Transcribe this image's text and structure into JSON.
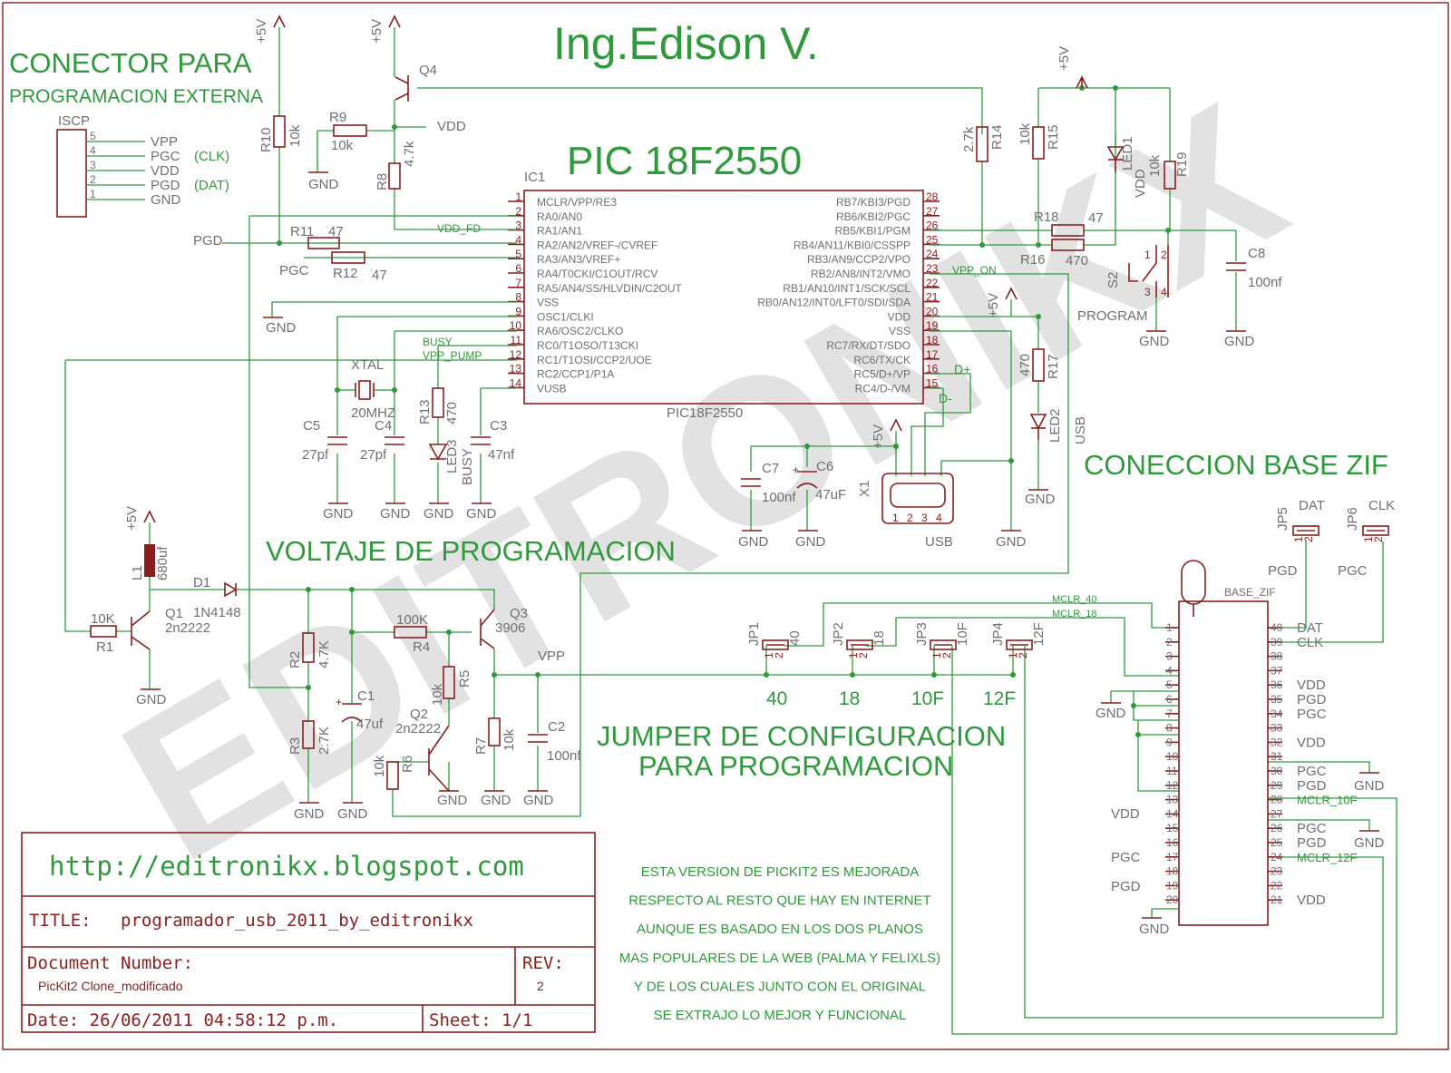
{
  "header": {
    "author": "Ing.Edison V.",
    "mcu_title": "PIC 18F2550"
  },
  "sections": {
    "conector_line1": "CONECTOR PARA",
    "conector_line2": "PROGRAMACION EXTERNA",
    "voltaje": "VOLTAJE DE PROGRAMACION",
    "zif": "CONECCION BASE ZIF",
    "jumper_line1": "JUMPER DE CONFIGURACION",
    "jumper_line2": "PARA PROGRAMACION"
  },
  "icsp": {
    "ref": "ISCP",
    "pins": [
      {
        "num": "5",
        "name": "VPP",
        "note": ""
      },
      {
        "num": "4",
        "name": "PGC",
        "note": "(CLK)"
      },
      {
        "num": "3",
        "name": "VDD",
        "note": ""
      },
      {
        "num": "2",
        "name": "PGD",
        "note": "(DAT)"
      },
      {
        "num": "1",
        "name": "GND",
        "note": ""
      }
    ]
  },
  "ic1": {
    "ref": "IC1",
    "part": "PIC18F2550",
    "left_pins": [
      {
        "num": "1",
        "name": "MCLR/VPP/RE3"
      },
      {
        "num": "2",
        "name": "RA0/AN0"
      },
      {
        "num": "3",
        "name": "RA1/AN1"
      },
      {
        "num": "4",
        "name": "RA2/AN2/VREF-/CVREF"
      },
      {
        "num": "5",
        "name": "RA3/AN3/VREF+"
      },
      {
        "num": "6",
        "name": "RA4/T0CKI/C1OUT/RCV"
      },
      {
        "num": "7",
        "name": "RA5/AN4/SS/HLVDIN/C2OUT"
      },
      {
        "num": "8",
        "name": "VSS"
      },
      {
        "num": "9",
        "name": "OSC1/CLKI"
      },
      {
        "num": "10",
        "name": "RA6/OSC2/CLKO"
      },
      {
        "num": "11",
        "name": "RC0/T1OSO/T13CKI"
      },
      {
        "num": "12",
        "name": "RC1/T1OSI/CCP2/UOE"
      },
      {
        "num": "13",
        "name": "RC2/CCP1/P1A"
      },
      {
        "num": "14",
        "name": "VUSB"
      }
    ],
    "right_pins": [
      {
        "num": "28",
        "name": "RB7/KBI3/PGD"
      },
      {
        "num": "27",
        "name": "RB6/KBI2/PGC"
      },
      {
        "num": "26",
        "name": "RB5/KBI1/PGM"
      },
      {
        "num": "25",
        "name": "RB4/AN11/KBI0/CSSPP"
      },
      {
        "num": "24",
        "name": "RB3/AN9/CCP2/VPO"
      },
      {
        "num": "23",
        "name": "RB2/AN8/INT2/VMO"
      },
      {
        "num": "22",
        "name": "RB1/AN10/INT1/SCK/SCL"
      },
      {
        "num": "21",
        "name": "RB0/AN12/INT0/LFT0/SDI/SDA"
      },
      {
        "num": "20",
        "name": "VDD"
      },
      {
        "num": "19",
        "name": "VSS"
      },
      {
        "num": "18",
        "name": "RC7/RX/DT/SDO"
      },
      {
        "num": "17",
        "name": "RC6/TX/CK"
      },
      {
        "num": "16",
        "name": "RC5/D+/VP"
      },
      {
        "num": "15",
        "name": "RC4/D-/VM"
      }
    ]
  },
  "nets": {
    "vdd_fd": "VDD_FD",
    "busy": "BUSY",
    "vpp_pump": "VPP_PUMP",
    "vpp_on": "VPP_ON",
    "dplus": "D+",
    "dminus": "D-",
    "mclr40": "MCLR_40",
    "mclr18": "MCLR_18",
    "mclr10f": "MCLR_10F",
    "mclr12f": "MCLR_12F",
    "vpp": "VPP",
    "vdd": "VDD",
    "pgd": "PGD",
    "pgc": "PGC",
    "gnd": "GND",
    "p5v": "+5V"
  },
  "parts": {
    "r10": {
      "ref": "R10",
      "val": "10k"
    },
    "r9": {
      "ref": "R9",
      "val": "10k"
    },
    "r8": {
      "ref": "R8",
      "val": "4.7k"
    },
    "r11": {
      "ref": "R11",
      "val": "47"
    },
    "r12": {
      "ref": "R12",
      "val": "47"
    },
    "r14": {
      "ref": "R14",
      "val": "2.7k"
    },
    "r15": {
      "ref": "R15",
      "val": "10k"
    },
    "r18": {
      "ref": "R18",
      "val": "47"
    },
    "r16": {
      "ref": "R16",
      "val": "470"
    },
    "r19": {
      "ref": "R19",
      "val": "10k"
    },
    "r13": {
      "ref": "R13",
      "val": "470"
    },
    "r17": {
      "ref": "R17",
      "val": "470"
    },
    "r1": {
      "ref": "R1",
      "val": "10K"
    },
    "r2": {
      "ref": "R2",
      "val": "4.7K"
    },
    "r3": {
      "ref": "R3",
      "val": "2.7K"
    },
    "r4": {
      "ref": "R4",
      "val": "100K"
    },
    "r5": {
      "ref": "R5",
      "val": "10k"
    },
    "r6": {
      "ref": "R6",
      "val": "10k"
    },
    "r7": {
      "ref": "R7",
      "val": "10k"
    },
    "c5": {
      "ref": "C5",
      "val": "27pf"
    },
    "c4": {
      "ref": "C4",
      "val": "27pf"
    },
    "c3": {
      "ref": "C3",
      "val": "47nf"
    },
    "c7": {
      "ref": "C7",
      "val": "100nf"
    },
    "c6": {
      "ref": "C6",
      "val": "47uF"
    },
    "c8": {
      "ref": "C8",
      "val": "100nf"
    },
    "c1": {
      "ref": "C1",
      "val": "47uf"
    },
    "c2": {
      "ref": "C2",
      "val": "100nf"
    },
    "xtal": {
      "ref": "XTAL",
      "val": "20MHZ"
    },
    "led1": {
      "ref": "LED1"
    },
    "led2": {
      "ref": "LED2"
    },
    "led3": {
      "ref": "LED3",
      "val": "BUSY"
    },
    "q1": {
      "ref": "Q1",
      "val": "2n2222"
    },
    "q2": {
      "ref": "Q2",
      "val": "2n2222"
    },
    "q3": {
      "ref": "Q3",
      "val": "3906"
    },
    "q4": {
      "ref": "Q4"
    },
    "l1": {
      "ref": "L1",
      "val": "680uf"
    },
    "d1": {
      "ref": "D1",
      "val": "1N4148"
    },
    "s2": {
      "ref": "S2",
      "val": "PROGRAM"
    },
    "x1": {
      "ref": "X1",
      "val": "USB"
    }
  },
  "usb_label": "USB",
  "usb_pins": [
    "1",
    "2",
    "3",
    "4"
  ],
  "s2_pins": [
    "1",
    "2",
    "3",
    "4"
  ],
  "jumpers": [
    {
      "ref": "JP1",
      "label": "40"
    },
    {
      "ref": "JP2",
      "label": "18"
    },
    {
      "ref": "JP3",
      "label": "10F"
    },
    {
      "ref": "JP4",
      "label": "12F"
    }
  ],
  "jp5": {
    "ref": "JP5",
    "name": "DAT",
    "net": "PGD"
  },
  "jp6": {
    "ref": "JP6",
    "name": "CLK",
    "net": "PGC"
  },
  "jumper_pins": [
    "1",
    "2"
  ],
  "zif": {
    "ref": "BASE_ZIF",
    "left_pins": [
      "1",
      "2",
      "3",
      "4",
      "5",
      "6",
      "7",
      "8",
      "9",
      "10",
      "11",
      "12",
      "13",
      "14",
      "15",
      "16",
      "17",
      "18",
      "19",
      "20"
    ],
    "right_pins": [
      {
        "num": "40",
        "label": "DAT"
      },
      {
        "num": "39",
        "label": "CLK"
      },
      {
        "num": "38",
        "label": ""
      },
      {
        "num": "37",
        "label": ""
      },
      {
        "num": "36",
        "label": "VDD"
      },
      {
        "num": "35",
        "label": "PGD"
      },
      {
        "num": "34",
        "label": "PGC"
      },
      {
        "num": "33",
        "label": ""
      },
      {
        "num": "32",
        "label": "VDD"
      },
      {
        "num": "31",
        "label": ""
      },
      {
        "num": "30",
        "label": "PGC"
      },
      {
        "num": "29",
        "label": "PGD"
      },
      {
        "num": "28",
        "label": "MCLR_10F"
      },
      {
        "num": "27",
        "label": ""
      },
      {
        "num": "26",
        "label": "PGC"
      },
      {
        "num": "25",
        "label": "PGD"
      },
      {
        "num": "24",
        "label": "MCLR_12F"
      },
      {
        "num": "23",
        "label": ""
      },
      {
        "num": "22",
        "label": ""
      },
      {
        "num": "21",
        "label": "VDD"
      }
    ],
    "left_labels": {
      "vdd": "VDD",
      "pgc": "PGC",
      "pgd": "PGD"
    }
  },
  "title_block": {
    "url": "http://editronikx.blogspot.com",
    "title_label": "TITLE:",
    "title": "programador_usb_2011_by_editronikx",
    "docnum_label": "Document Number:",
    "docnum": "PicKit2 Clone_modificado",
    "rev_label": "REV:",
    "rev": "2",
    "date": "Date: 26/06/2011 04:58:12 p.m.",
    "sheet": "Sheet: 1/1"
  },
  "notes": [
    "ESTA VERSION DE PICKIT2 ES MEJORADA",
    "RESPECTO AL RESTO QUE HAY EN INTERNET",
    "AUNQUE ES BASADO EN LOS DOS PLANOS",
    "MAS POPULARES DE LA WEB (PALMA Y FELIXLS)",
    "Y DE LOS CUALES JUNTO CON EL ORIGINAL",
    "SE EXTRAJO LO MEJOR Y FUNCIONAL"
  ],
  "watermark": "EDITRONIKX",
  "colors": {
    "wire": "#2e9a3c",
    "part": "#8a1e1e",
    "watermark": "#dcdcdc"
  }
}
